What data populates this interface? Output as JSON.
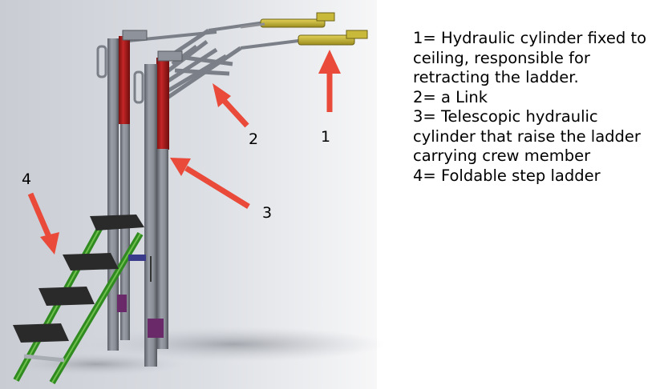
{
  "callouts": [
    {
      "id": "1",
      "label": "1"
    },
    {
      "id": "2",
      "label": "2"
    },
    {
      "id": "3",
      "label": "3"
    },
    {
      "id": "4",
      "label": "4"
    }
  ],
  "legend": {
    "lines": [
      "1= Hydraulic cylinder fixed to",
      "ceiling, responsible for",
      "retracting the ladder.",
      "2= a Link",
      "3= Telescopic hydraulic",
      "cylinder that raise the ladder",
      "carrying crew member",
      "4= Foldable step ladder"
    ]
  },
  "colors": {
    "arrow": "#ea4a3a",
    "cylinder_red": "#b01e1e",
    "cylinder_yellow": "#c9b93a",
    "ladder_green": "#2f8a1f",
    "step_dark": "#2a2a2a",
    "bracket_purple": "#6a2a6a"
  },
  "icons": [
    "arrow-icon"
  ]
}
